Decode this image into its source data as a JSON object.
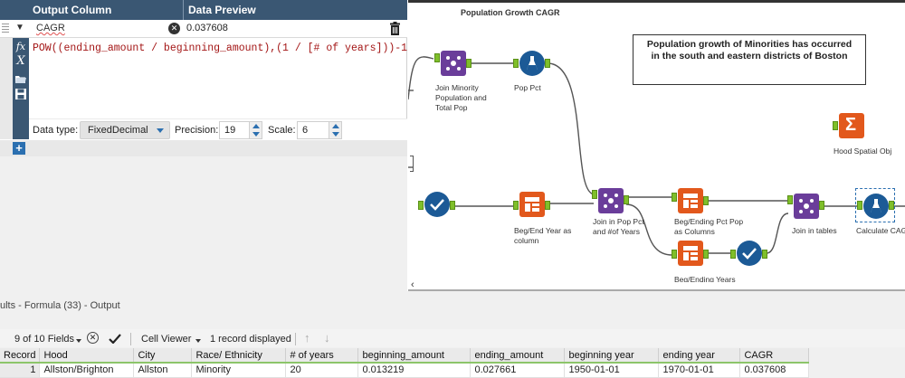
{
  "formula": {
    "header_output_column": "Output Column",
    "header_data_preview": "Data Preview",
    "column_name": "CAGR",
    "preview_value": "0.037608",
    "expression": "POW((ending_amount / beginning_amount),(1 / [# of years]))-1",
    "tools": [
      "fx",
      "X",
      "variables",
      "save"
    ],
    "data_type_label": "Data type:",
    "data_type_value": "FixedDecimal",
    "precision_label": "Precision:",
    "precision_value": "19",
    "scale_label": "Scale:",
    "scale_value": "6"
  },
  "canvas": {
    "title": "Population Growth CAGR",
    "comment": "Population growth of Minorities has occurred in the south and eastern districts of Boston",
    "tools": [
      {
        "id": "join1",
        "label": "Join Minority Population and Total Pop",
        "kind": "join"
      },
      {
        "id": "poppct",
        "label": "Pop Pct",
        "kind": "formula"
      },
      {
        "id": "summarize",
        "label": "Hood Spatial Obj",
        "kind": "summarize"
      },
      {
        "id": "select",
        "label": "",
        "kind": "select"
      },
      {
        "id": "crosstab1",
        "label": "Beg/End Year as column",
        "kind": "crosstab"
      },
      {
        "id": "join2",
        "label": "Join in Pop Pct and #of Years",
        "kind": "join"
      },
      {
        "id": "crosstab2",
        "label": "Beg/Ending Pct Pop as Columns",
        "kind": "crosstab"
      },
      {
        "id": "crosstab3",
        "label": "Beg/Ending Years",
        "kind": "crosstab"
      },
      {
        "id": "select2",
        "label": "",
        "kind": "select"
      },
      {
        "id": "join3",
        "label": "Join in tables",
        "kind": "join"
      },
      {
        "id": "cagr",
        "label": "Calculate CAGR",
        "kind": "formula"
      }
    ]
  },
  "results": {
    "title": "ults - Formula (33) - Output",
    "fields_selector": "9 of 10 Fields",
    "cell_viewer": "Cell Viewer",
    "records_displayed": "1 record displayed",
    "columns": [
      "Record",
      "Hood",
      "City",
      "Race/ Ethnicity",
      "# of years",
      "beginning_amount",
      "ending_amount",
      "beginning year",
      "ending year",
      "CAGR"
    ],
    "rows": [
      [
        "1",
        "Allston/Brighton",
        "Allston",
        "Minority",
        "20",
        "0.013219",
        "0.027661",
        "1950-01-01",
        "1970-01-01",
        "0.037608"
      ]
    ]
  },
  "colors": {
    "header_bg": "#3a5773",
    "formula_tool": "#1c5a96",
    "join_tool": "#6a3d9a",
    "crosstab_tool": "#e2581c",
    "summarize_tool": "#e2581c",
    "anchor": "#7fbf2a"
  }
}
